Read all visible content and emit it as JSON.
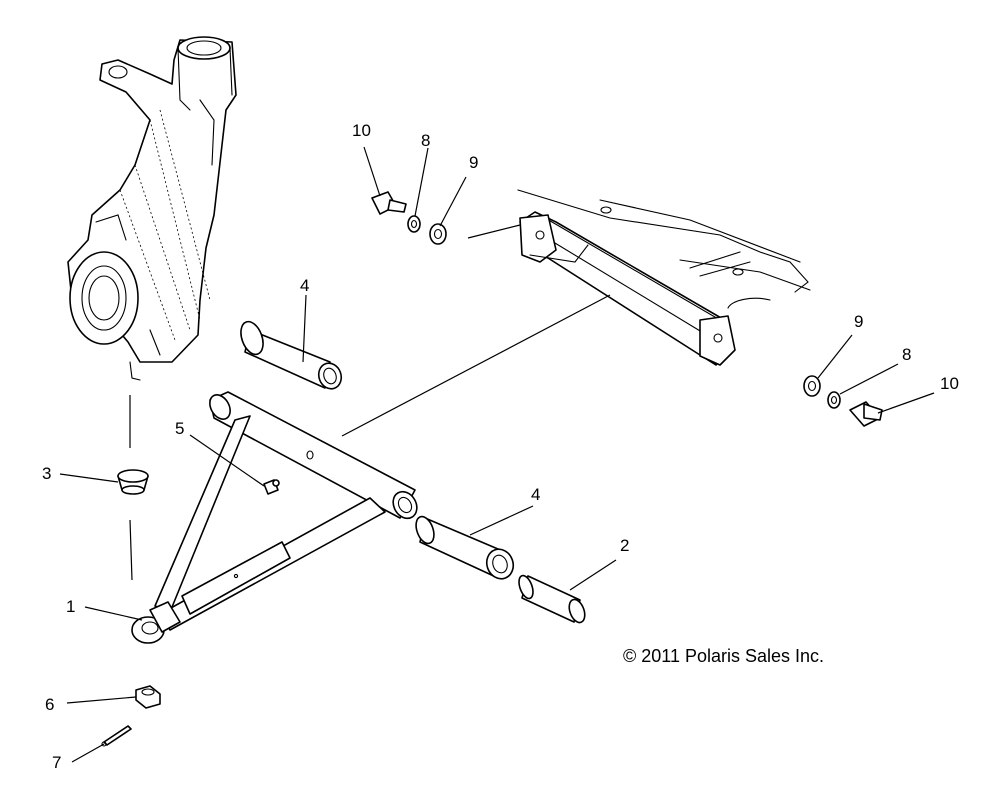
{
  "callouts": {
    "c1": "1",
    "c2": "2",
    "c3": "3",
    "c4a": "4",
    "c4b": "4",
    "c5": "5",
    "c6": "6",
    "c7": "7",
    "c8a": "8",
    "c8b": "8",
    "c9a": "9",
    "c9b": "9",
    "c10a": "10",
    "c10b": "10"
  },
  "copyright": "© 2011 Polaris Sales Inc."
}
